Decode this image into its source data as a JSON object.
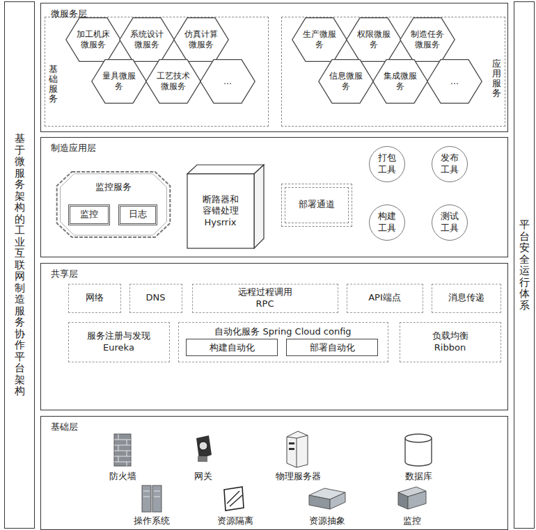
{
  "diagram": {
    "nodes": [
      {
        "text": [
          "基于微服务架构的工业互联网制造服务协作平台架构"
        ]
      },
      {
        "text": [
          "微服务层"
        ]
      },
      {
        "text": [
          "基础服务"
        ],
        "in": 1
      },
      {
        "text": [
          "加工机床微服务"
        ],
        "in": 2
      },
      {
        "text": [
          "系统设计微服务"
        ],
        "in": 2
      },
      {
        "text": [
          "仿真计算微服务"
        ],
        "in": 2
      },
      {
        "text": [
          "量具微服务"
        ],
        "in": 2
      },
      {
        "text": [
          "工艺技术微服务"
        ],
        "in": 2
      },
      {
        "text": [
          "…"
        ],
        "in": 2
      },
      {
        "text": [
          "应用服务"
        ],
        "in": 1
      },
      {
        "text": [
          "生产微服务"
        ],
        "in": 9
      },
      {
        "text": [
          "权限微服务"
        ],
        "in": 9
      },
      {
        "text": [
          "制造任务微服务"
        ],
        "in": 9
      },
      {
        "text": [
          "信息微服务"
        ],
        "in": 9
      },
      {
        "text": [
          "集成微服务"
        ],
        "in": 9
      },
      {
        "text": [
          "…"
        ],
        "in": 9
      },
      {
        "text": [
          "制造应用层"
        ]
      },
      {
        "text": [
          "监控服务"
        ],
        "in": 16
      },
      {
        "text": [
          "监控"
        ],
        "in": 17
      },
      {
        "text": [
          "日志"
        ],
        "in": 17
      },
      {
        "text": [
          "断路器和容错处理",
          "Hysrrix"
        ],
        "in": 16
      },
      {
        "text": [
          "部署通道"
        ],
        "in": 16
      },
      {
        "text": [
          "打包工具"
        ],
        "in": 16
      },
      {
        "text": [
          "发布工具"
        ],
        "in": 16
      },
      {
        "text": [
          "构建工具"
        ],
        "in": 16
      },
      {
        "text": [
          "测试工具"
        ],
        "in": 16
      },
      {
        "text": [
          "共享层"
        ]
      },
      {
        "text": [
          "网络"
        ],
        "in": 26
      },
      {
        "text": [
          "DNS"
        ],
        "in": 26
      },
      {
        "text": [
          "远程过程调用",
          "RPC"
        ],
        "in": 26
      },
      {
        "text": [
          "API端点"
        ],
        "in": 26
      },
      {
        "text": [
          "消息传递"
        ],
        "in": 26
      },
      {
        "text": [
          "服务注册与发现",
          "Eureka"
        ],
        "in": 26
      },
      {
        "text": [
          "自动化服务 Spring Cloud config"
        ],
        "in": 26
      },
      {
        "text": [
          "构建自动化"
        ],
        "in": 33
      },
      {
        "text": [
          "部署自动化"
        ],
        "in": 33
      },
      {
        "text": [
          "负载均衡",
          "Ribbon"
        ],
        "in": 26
      },
      {
        "text": [
          "基础层"
        ]
      },
      {
        "text": [
          "平台安全运行体系"
        ]
      }
    ],
    "labels": [
      "防火墙",
      "网关",
      "物理服务器",
      "数据库",
      "操作系统",
      "资源隔离",
      "资源抽象",
      "监控"
    ]
  }
}
